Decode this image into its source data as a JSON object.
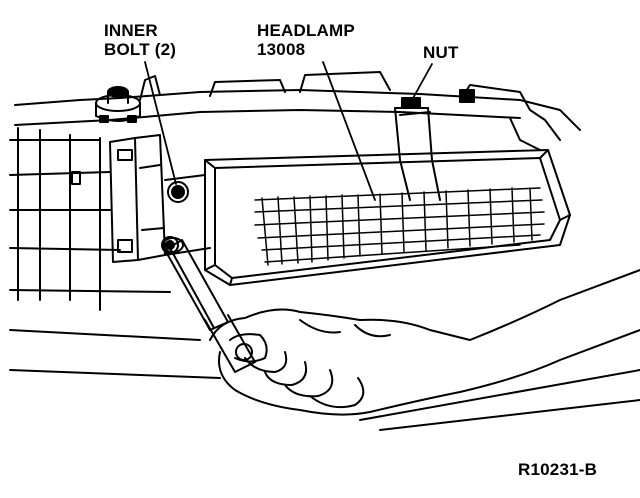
{
  "labels": {
    "inner_bolt": [
      "INNER",
      "BOLT (2)"
    ],
    "headlamp": [
      "HEADLAMP",
      "13008"
    ],
    "nut": "NUT",
    "figure_id": "R10231-B"
  }
}
